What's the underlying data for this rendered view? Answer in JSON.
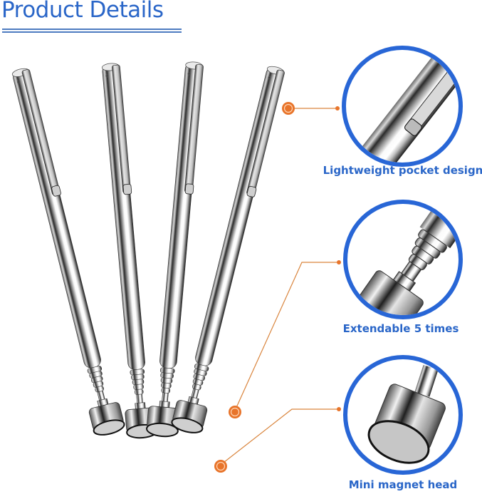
{
  "header": {
    "title": "Product Details"
  },
  "colors": {
    "title_blue": "#2a66c8",
    "circle_blue": "#2866d6",
    "callout_orange": "#e8742a",
    "line_orange": "#d9843c"
  },
  "product": {
    "name": "telescoping magnetic pickup pen",
    "count": 4
  },
  "features": [
    {
      "label": "Lightweight pocket design",
      "icon": "pocket-clip-closeup"
    },
    {
      "label": "Extendable 5 times",
      "icon": "telescoping-spring-closeup"
    },
    {
      "label": "Mini magnet head",
      "icon": "magnet-head-closeup"
    }
  ]
}
